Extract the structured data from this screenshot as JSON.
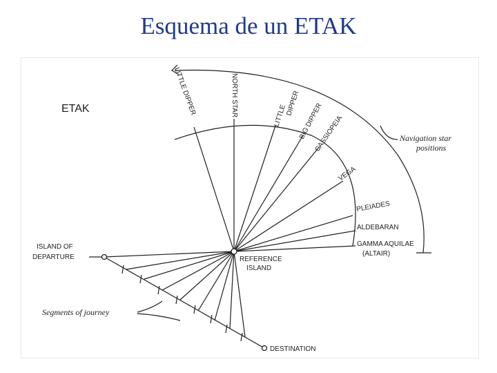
{
  "slide": {
    "title": "Esquema de un ETAK"
  },
  "diagram": {
    "etak_heading": "ETAK",
    "stars": [
      {
        "label": "LITTLE DIPPER"
      },
      {
        "label": "NORTH STAR"
      },
      {
        "label": "LITTLE",
        "label2": "DIPPER"
      },
      {
        "label": "BIG DIPPER"
      },
      {
        "label": "CASSIOPEIA"
      },
      {
        "label": "VEGA"
      },
      {
        "label": "PLEIADES"
      },
      {
        "label": "ALDEBARAN"
      },
      {
        "label": "GAMMA AQUILAE"
      },
      {
        "label": "(ALTAIR)"
      }
    ],
    "navigation_label_line1": "Navigation star",
    "navigation_label_line2": "positions",
    "island_of_departure_line1": "ISLAND OF",
    "island_of_departure_line2": "DEPARTURE",
    "reference_island_line1": "REFERENCE",
    "reference_island_line2": "ISLAND",
    "segments_label": "Segments of journey",
    "destination_label": "DESTINATION"
  }
}
